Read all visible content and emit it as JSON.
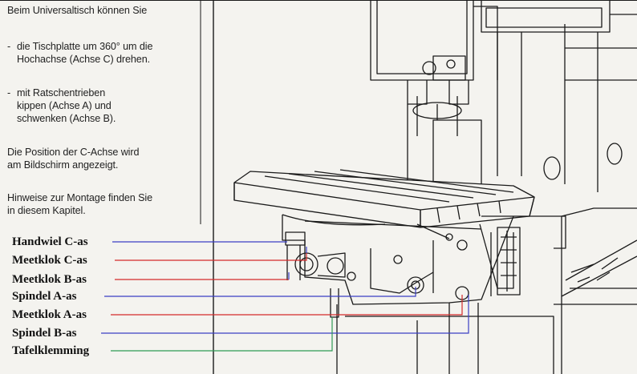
{
  "intro": "Beim Universaltisch können Sie",
  "bullet1": {
    "dash": "-",
    "line1": "die Tischplatte um 360° um die",
    "line2": "Hochachse (Achse C) drehen."
  },
  "bullet2": {
    "dash": "-",
    "line1": "mit Ratschentrieben",
    "line2": "kippen (Achse A) und",
    "line3": "schwenken (Achse B)."
  },
  "para3": {
    "line1": "Die Position der  C-Achse wird",
    "line2": "am Bildschirm angezeigt."
  },
  "para4": {
    "line1": "Hinweise zur Montage finden Sie",
    "line2": "in diesem Kapitel."
  },
  "labels": [
    {
      "text": "Handwiel C-as",
      "color": "#3a3fc4"
    },
    {
      "text": "Meetklok C-as",
      "color": "#d42a2a"
    },
    {
      "text": "Meetklok B-as",
      "color": "#d42a2a"
    },
    {
      "text": "Spindel A-as",
      "color": "#3a3fc4"
    },
    {
      "text": "Meetklok A-as",
      "color": "#d42a2a"
    },
    {
      "text": "Spindel B-as",
      "color": "#3a3fc4"
    },
    {
      "text": "Tafelklemming",
      "color": "#2f9a55"
    }
  ],
  "colors": {
    "ink": "#1a1a1a",
    "paper": "#f4f3ef",
    "leader_blue": "#3a3fc4",
    "leader_red": "#d42a2a",
    "leader_green": "#2f9a55"
  }
}
